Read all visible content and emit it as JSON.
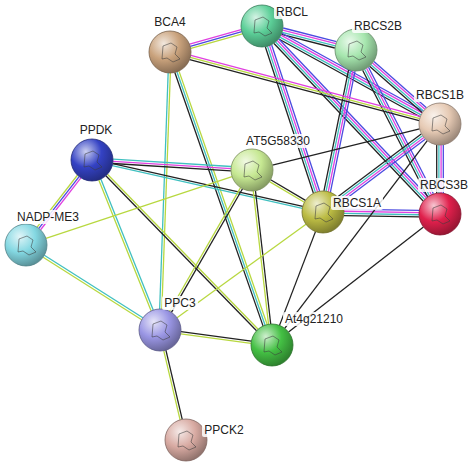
{
  "diagram": {
    "nodes": [
      {
        "text": [
          "BCA4"
        ]
      },
      {
        "text": [
          "RBCL"
        ]
      },
      {
        "text": [
          "RBCS2B"
        ]
      },
      {
        "text": [
          "RBCS1B"
        ]
      },
      {
        "text": [
          "PPDK"
        ]
      },
      {
        "text": [
          "AT5G58330"
        ]
      },
      {
        "text": [
          "RBCS1A"
        ]
      },
      {
        "text": [
          "RBCS3B"
        ]
      },
      {
        "text": [
          "NADP-ME3"
        ]
      },
      {
        "text": [
          "PPC3"
        ]
      },
      {
        "text": [
          "At4g21210"
        ]
      },
      {
        "text": [
          "PPCK2"
        ]
      }
    ],
    "edges": [
      {
        "from": 1,
        "to": 2,
        "arrow": "none"
      },
      {
        "from": 1,
        "to": 3,
        "arrow": "none"
      },
      {
        "from": 1,
        "to": 7,
        "arrow": "none"
      },
      {
        "from": 1,
        "to": 6,
        "arrow": "none"
      },
      {
        "from": 2,
        "to": 3,
        "arrow": "none"
      },
      {
        "from": 2,
        "to": 7,
        "arrow": "none"
      },
      {
        "from": 2,
        "to": 6,
        "arrow": "none"
      },
      {
        "from": 3,
        "to": 7,
        "arrow": "none"
      },
      {
        "from": 3,
        "to": 6,
        "arrow": "none"
      },
      {
        "from": 6,
        "to": 7,
        "arrow": "none"
      },
      {
        "from": 0,
        "to": 1,
        "arrow": "none"
      },
      {
        "from": 0,
        "to": 3,
        "arrow": "none"
      },
      {
        "from": 0,
        "to": 9,
        "arrow": "none"
      },
      {
        "from": 0,
        "to": 10,
        "arrow": "none"
      },
      {
        "from": 4,
        "to": 5,
        "arrow": "none"
      },
      {
        "from": 4,
        "to": 6,
        "arrow": "none"
      },
      {
        "from": 4,
        "to": 8,
        "arrow": "none"
      },
      {
        "from": 4,
        "to": 9,
        "arrow": "none"
      },
      {
        "from": 4,
        "to": 10,
        "arrow": "none"
      },
      {
        "from": 5,
        "to": 6,
        "arrow": "none"
      },
      {
        "from": 5,
        "to": 3,
        "arrow": "none"
      },
      {
        "from": 5,
        "to": 9,
        "arrow": "none"
      },
      {
        "from": 5,
        "to": 10,
        "arrow": "none"
      },
      {
        "from": 5,
        "to": 8,
        "arrow": "none"
      },
      {
        "from": 6,
        "to": 10,
        "arrow": "none"
      },
      {
        "from": 6,
        "to": 9,
        "arrow": "none"
      },
      {
        "from": 10,
        "to": 7,
        "arrow": "none"
      },
      {
        "from": 10,
        "to": 3,
        "arrow": "none"
      },
      {
        "from": 9,
        "to": 10,
        "arrow": "none"
      },
      {
        "from": 9,
        "to": 11,
        "arrow": "none"
      },
      {
        "from": 8,
        "to": 9,
        "arrow": "none"
      }
    ]
  }
}
